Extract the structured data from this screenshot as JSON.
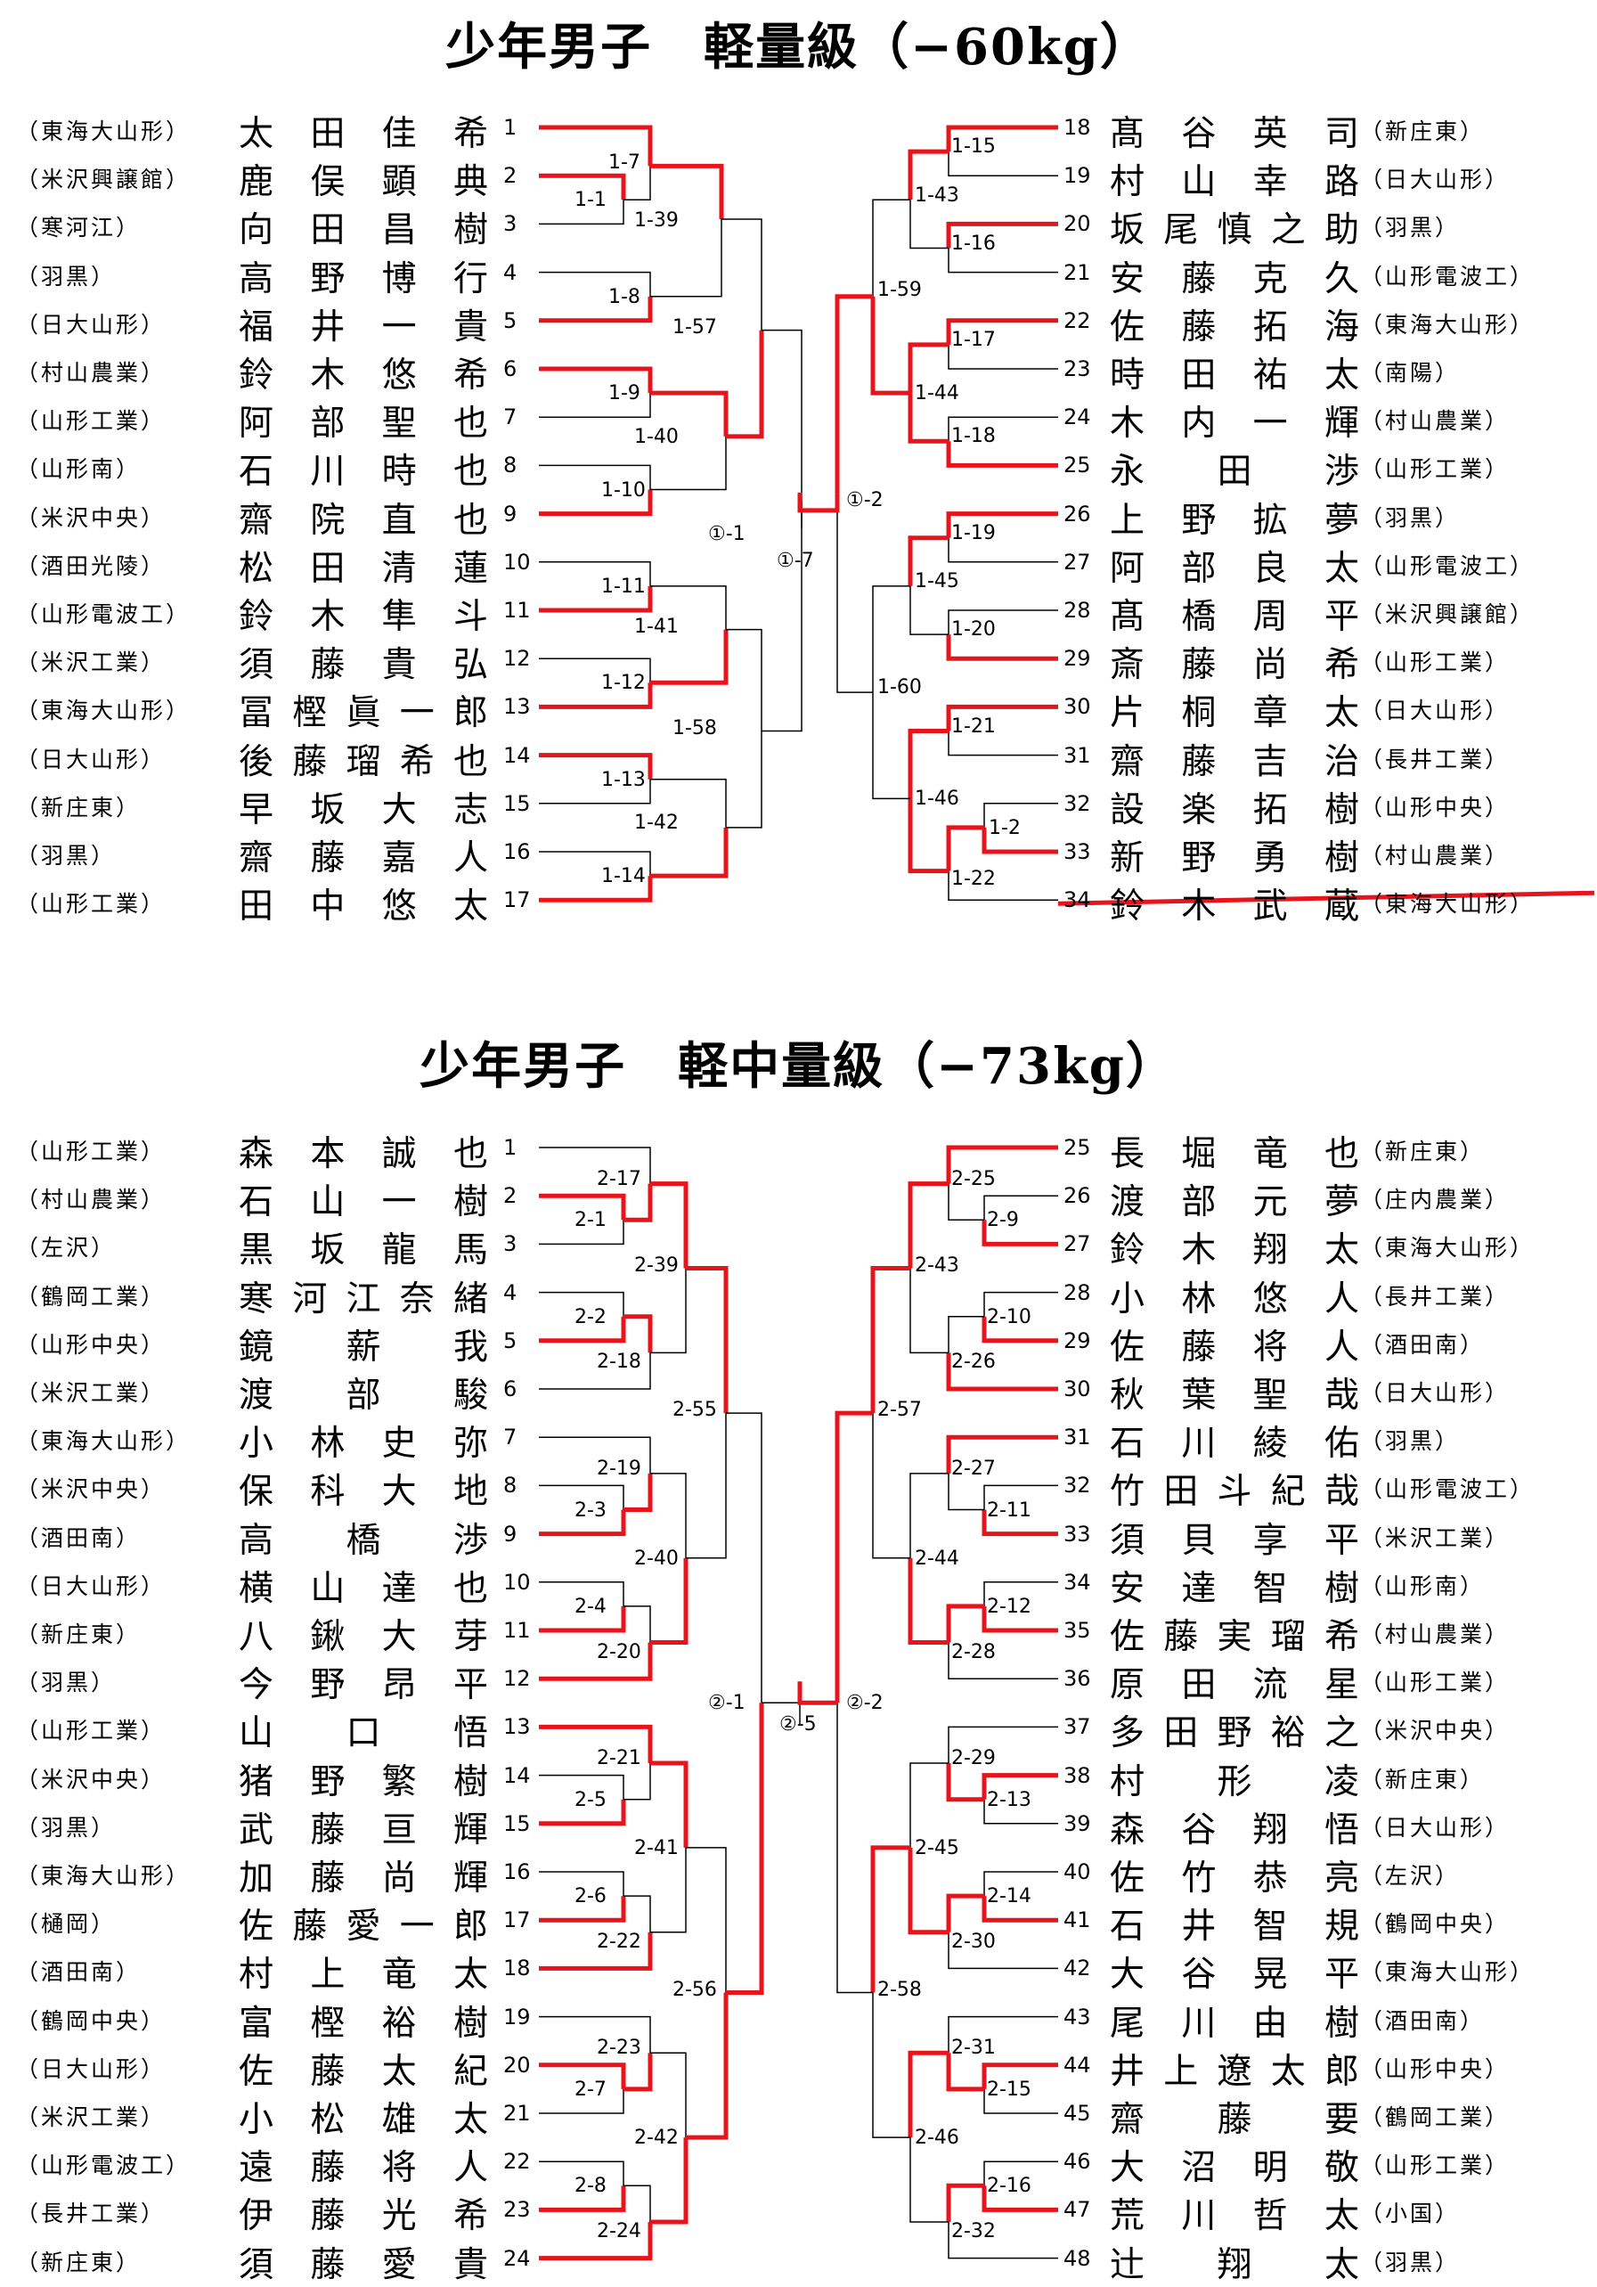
{
  "sections": [
    {
      "title": "少年男子　軽量級（−60kg）",
      "left": [
        {
          "school": "東海大山形",
          "name": "太田佳希",
          "num": "1"
        },
        {
          "school": "米沢興譲館",
          "name": "鹿俣顕典",
          "num": "2"
        },
        {
          "school": "寒河江",
          "name": "向田昌樹",
          "num": "3"
        },
        {
          "school": "羽黒",
          "name": "高野博行",
          "num": "4"
        },
        {
          "school": "日大山形",
          "name": "福井一貴",
          "num": "5"
        },
        {
          "school": "村山農業",
          "name": "鈴木悠希",
          "num": "6"
        },
        {
          "school": "山形工業",
          "name": "阿部聖也",
          "num": "7"
        },
        {
          "school": "山形南",
          "name": "石川時也",
          "num": "8"
        },
        {
          "school": "米沢中央",
          "name": "齋院直也",
          "num": "9"
        },
        {
          "school": "酒田光陵",
          "name": "松田清蓮",
          "num": "10"
        },
        {
          "school": "山形電波工",
          "name": "鈴木隼斗",
          "num": "11"
        },
        {
          "school": "米沢工業",
          "name": "須藤貴弘",
          "num": "12"
        },
        {
          "school": "東海大山形",
          "name": "冨樫眞一郎",
          "num": "13"
        },
        {
          "school": "日大山形",
          "name": "後藤瑠希也",
          "num": "14"
        },
        {
          "school": "新庄東",
          "name": "早坂大志",
          "num": "15"
        },
        {
          "school": "羽黒",
          "name": "齋藤嘉人",
          "num": "16"
        },
        {
          "school": "山形工業",
          "name": "田中悠太",
          "num": "17"
        }
      ],
      "right": [
        {
          "num": "18",
          "name": "髙谷英司",
          "school": "新庄東"
        },
        {
          "num": "19",
          "name": "村山幸路",
          "school": "日大山形"
        },
        {
          "num": "20",
          "name": "坂尾慎之助",
          "school": "羽黒"
        },
        {
          "num": "21",
          "name": "安藤克久",
          "school": "山形電波工"
        },
        {
          "num": "22",
          "name": "佐藤拓海",
          "school": "東海大山形"
        },
        {
          "num": "23",
          "name": "時田祐太",
          "school": "南陽"
        },
        {
          "num": "24",
          "name": "木内一輝",
          "school": "村山農業"
        },
        {
          "num": "25",
          "name": "永田渉",
          "school": "山形工業"
        },
        {
          "num": "26",
          "name": "上野拡夢",
          "school": "羽黒"
        },
        {
          "num": "27",
          "name": "阿部良太",
          "school": "山形電波工"
        },
        {
          "num": "28",
          "name": "髙橋周平",
          "school": "米沢興譲館"
        },
        {
          "num": "29",
          "name": "斎藤尚希",
          "school": "山形工業"
        },
        {
          "num": "30",
          "name": "片桐章太",
          "school": "日大山形"
        },
        {
          "num": "31",
          "name": "齋藤吉治",
          "school": "長井工業"
        },
        {
          "num": "32",
          "name": "設楽拓樹",
          "school": "山形中央"
        },
        {
          "num": "33",
          "name": "新野勇樹",
          "school": "村山農業"
        },
        {
          "num": "34",
          "name": "鈴木武蔵",
          "school": "東海大山形"
        }
      ],
      "matches": [
        "1-1",
        "1-2",
        "1-7",
        "1-8",
        "1-9",
        "1-10",
        "1-11",
        "1-12",
        "1-13",
        "1-14",
        "1-15",
        "1-16",
        "1-17",
        "1-18",
        "1-19",
        "1-20",
        "1-21",
        "1-22",
        "1-39",
        "1-40",
        "1-41",
        "1-42",
        "1-43",
        "1-44",
        "1-45",
        "1-46",
        "1-57",
        "1-58",
        "1-59",
        "1-60",
        "①-1",
        "①-2",
        "①-7"
      ]
    },
    {
      "title": "少年男子　軽中量級（−73kg）",
      "left": [
        {
          "school": "山形工業",
          "name": "森本誠也",
          "num": "1"
        },
        {
          "school": "村山農業",
          "name": "石山一樹",
          "num": "2"
        },
        {
          "school": "左沢",
          "name": "黒坂龍馬",
          "num": "3"
        },
        {
          "school": "鶴岡工業",
          "name": "寒河江奈緒",
          "num": "4"
        },
        {
          "school": "山形中央",
          "name": "鏡薪我",
          "num": "5"
        },
        {
          "school": "米沢工業",
          "name": "渡部駿",
          "num": "6"
        },
        {
          "school": "東海大山形",
          "name": "小林史弥",
          "num": "7"
        },
        {
          "school": "米沢中央",
          "name": "保科大地",
          "num": "8"
        },
        {
          "school": "酒田南",
          "name": "高橋渉",
          "num": "9"
        },
        {
          "school": "日大山形",
          "name": "横山達也",
          "num": "10"
        },
        {
          "school": "新庄東",
          "name": "八鍬大芽",
          "num": "11"
        },
        {
          "school": "羽黒",
          "name": "今野昂平",
          "num": "12"
        },
        {
          "school": "山形工業",
          "name": "山口悟",
          "num": "13"
        },
        {
          "school": "米沢中央",
          "name": "猪野繁樹",
          "num": "14"
        },
        {
          "school": "羽黒",
          "name": "武藤亘輝",
          "num": "15"
        },
        {
          "school": "東海大山形",
          "name": "加藤尚輝",
          "num": "16"
        },
        {
          "school": "樋岡",
          "name": "佐藤愛一郎",
          "num": "17"
        },
        {
          "school": "酒田南",
          "name": "村上竜太",
          "num": "18"
        },
        {
          "school": "鶴岡中央",
          "name": "富樫裕樹",
          "num": "19"
        },
        {
          "school": "日大山形",
          "name": "佐藤太紀",
          "num": "20"
        },
        {
          "school": "米沢工業",
          "name": "小松雄太",
          "num": "21"
        },
        {
          "school": "山形電波工",
          "name": "遠藤将人",
          "num": "22"
        },
        {
          "school": "長井工業",
          "name": "伊藤光希",
          "num": "23"
        },
        {
          "school": "新庄東",
          "name": "須藤愛貴",
          "num": "24"
        }
      ],
      "right": [
        {
          "num": "25",
          "name": "長堀竜也",
          "school": "新庄東"
        },
        {
          "num": "26",
          "name": "渡部元夢",
          "school": "庄内農業"
        },
        {
          "num": "27",
          "name": "鈴木翔太",
          "school": "東海大山形"
        },
        {
          "num": "28",
          "name": "小林悠人",
          "school": "長井工業"
        },
        {
          "num": "29",
          "name": "佐藤将人",
          "school": "酒田南"
        },
        {
          "num": "30",
          "name": "秋葉聖哉",
          "school": "日大山形"
        },
        {
          "num": "31",
          "name": "石川綾佑",
          "school": "羽黒"
        },
        {
          "num": "32",
          "name": "竹田斗紀哉",
          "school": "山形電波工"
        },
        {
          "num": "33",
          "name": "須貝享平",
          "school": "米沢工業"
        },
        {
          "num": "34",
          "name": "安達智樹",
          "school": "山形南"
        },
        {
          "num": "35",
          "name": "佐藤実瑠希",
          "school": "村山農業"
        },
        {
          "num": "36",
          "name": "原田流星",
          "school": "山形工業"
        },
        {
          "num": "37",
          "name": "多田野裕之",
          "school": "米沢中央"
        },
        {
          "num": "38",
          "name": "村形凌",
          "school": "新庄東"
        },
        {
          "num": "39",
          "name": "森谷翔悟",
          "school": "日大山形"
        },
        {
          "num": "40",
          "name": "佐竹恭亮",
          "school": "左沢"
        },
        {
          "num": "41",
          "name": "石井智規",
          "school": "鶴岡中央"
        },
        {
          "num": "42",
          "name": "大谷晃平",
          "school": "東海大山形"
        },
        {
          "num": "43",
          "name": "尾川由樹",
          "school": "酒田南"
        },
        {
          "num": "44",
          "name": "井上遼太郎",
          "school": "山形中央"
        },
        {
          "num": "45",
          "name": "齋藤要",
          "school": "鶴岡工業"
        },
        {
          "num": "46",
          "name": "大沼明敬",
          "school": "山形工業"
        },
        {
          "num": "47",
          "name": "荒川哲太",
          "school": "小国"
        },
        {
          "num": "48",
          "name": "辻翔太",
          "school": "羽黒"
        }
      ],
      "matches": [
        "2-1",
        "2-2",
        "2-3",
        "2-4",
        "2-5",
        "2-6",
        "2-7",
        "2-8",
        "2-9",
        "2-10",
        "2-11",
        "2-12",
        "2-13",
        "2-14",
        "2-15",
        "2-16",
        "2-17",
        "2-18",
        "2-19",
        "2-20",
        "2-21",
        "2-22",
        "2-23",
        "2-24",
        "2-25",
        "2-26",
        "2-27",
        "2-28",
        "2-29",
        "2-30",
        "2-31",
        "2-32",
        "2-39",
        "2-40",
        "2-41",
        "2-42",
        "2-43",
        "2-44",
        "2-45",
        "2-46",
        "2-55",
        "2-56",
        "2-57",
        "2-58",
        "②-1",
        "②-2",
        "②-5"
      ]
    }
  ],
  "colors": {
    "win": "#e8141c",
    "line": "#000000"
  }
}
